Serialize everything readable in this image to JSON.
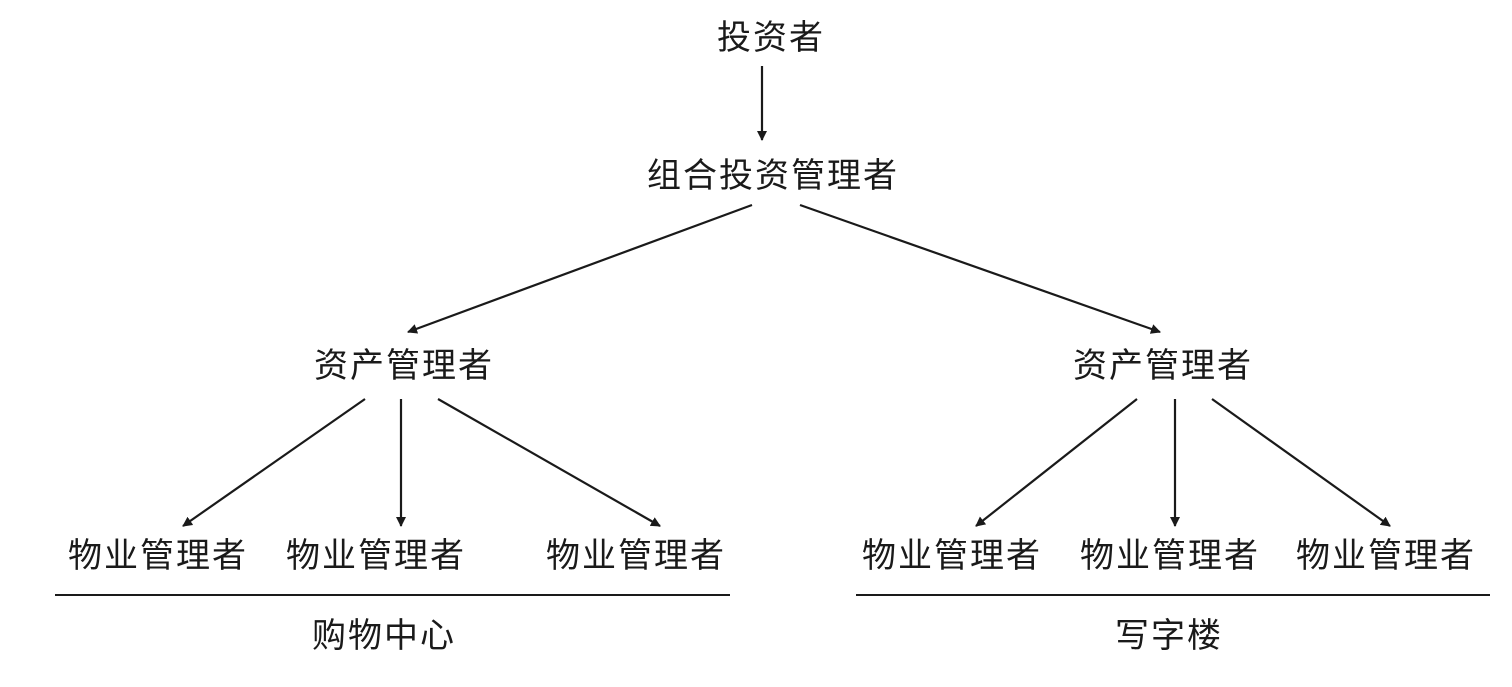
{
  "diagram": {
    "root": {
      "label": "投资者"
    },
    "portfolio_manager": {
      "label": "组合投资管理者"
    },
    "asset_managers": [
      {
        "label": "资产管理者"
      },
      {
        "label": "资产管理者"
      }
    ],
    "property_managers": [
      {
        "label": "物业管理者"
      },
      {
        "label": "物业管理者"
      },
      {
        "label": "物业管理者"
      },
      {
        "label": "物业管理者"
      },
      {
        "label": "物业管理者"
      },
      {
        "label": "物业管理者"
      }
    ],
    "groups": [
      {
        "label": "购物中心"
      },
      {
        "label": "写字楼"
      }
    ],
    "colors": {
      "line": "#1a1a1a",
      "text": "#1a1a1a",
      "background": "#ffffff"
    }
  }
}
